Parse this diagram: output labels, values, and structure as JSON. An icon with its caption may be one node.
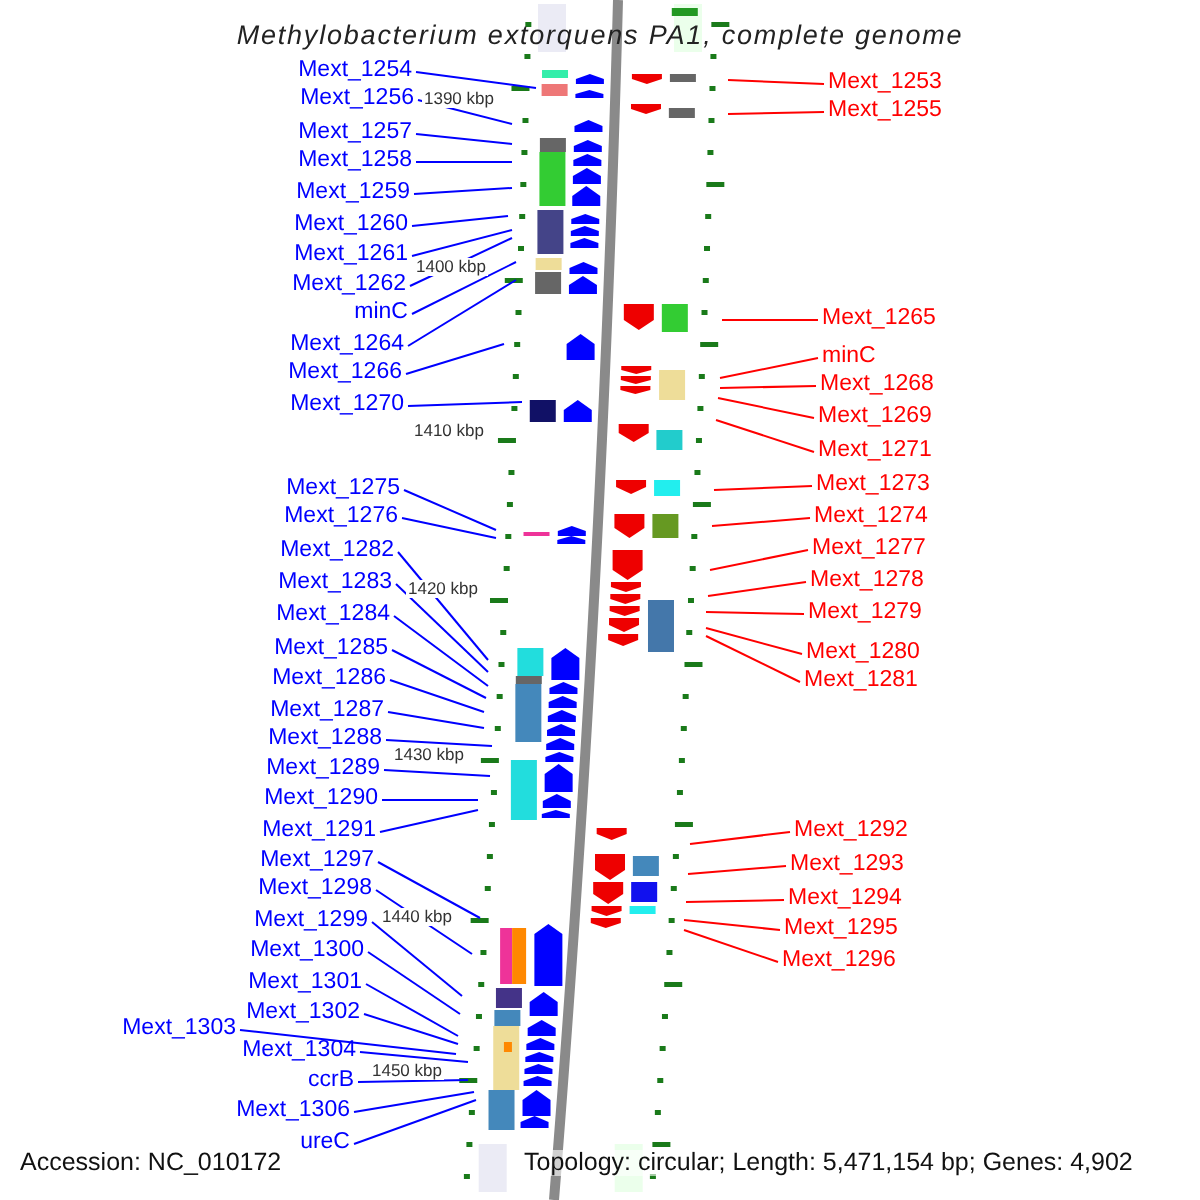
{
  "diagram": {
    "title": "Methylobacterium extorquens PA1, complete genome",
    "nodes": [
      {
        "text": [
          "Mext_1254"
        ]
      },
      {
        "text": [
          "Mext_1256"
        ]
      },
      {
        "text": [
          "Mext_1257"
        ]
      },
      {
        "text": [
          "Mext_1258"
        ]
      },
      {
        "text": [
          "Mext_1259"
        ]
      },
      {
        "text": [
          "Mext_1260"
        ]
      },
      {
        "text": [
          "Mext_1261"
        ]
      },
      {
        "text": [
          "Mext_1262"
        ]
      },
      {
        "text": [
          "minC"
        ]
      },
      {
        "text": [
          "Mext_1264"
        ]
      },
      {
        "text": [
          "Mext_1266"
        ]
      },
      {
        "text": [
          "Mext_1270"
        ]
      },
      {
        "text": [
          "Mext_1275"
        ]
      },
      {
        "text": [
          "Mext_1276"
        ]
      },
      {
        "text": [
          "Mext_1282"
        ]
      },
      {
        "text": [
          "Mext_1283"
        ]
      },
      {
        "text": [
          "Mext_1284"
        ]
      },
      {
        "text": [
          "Mext_1285"
        ]
      },
      {
        "text": [
          "Mext_1286"
        ]
      },
      {
        "text": [
          "Mext_1287"
        ]
      },
      {
        "text": [
          "Mext_1288"
        ]
      },
      {
        "text": [
          "Mext_1289"
        ]
      },
      {
        "text": [
          "Mext_1290"
        ]
      },
      {
        "text": [
          "Mext_1291"
        ]
      },
      {
        "text": [
          "Mext_1297"
        ]
      },
      {
        "text": [
          "Mext_1298"
        ]
      },
      {
        "text": [
          "Mext_1299"
        ]
      },
      {
        "text": [
          "Mext_1300"
        ]
      },
      {
        "text": [
          "Mext_1301"
        ]
      },
      {
        "text": [
          "Mext_1302"
        ]
      },
      {
        "text": [
          "Mext_1303"
        ]
      },
      {
        "text": [
          "Mext_1304"
        ]
      },
      {
        "text": [
          "ccrB"
        ]
      },
      {
        "text": [
          "Mext_1306"
        ]
      },
      {
        "text": [
          "ureC"
        ]
      },
      {
        "text": [
          "Mext_1253"
        ]
      },
      {
        "text": [
          "Mext_1255"
        ]
      },
      {
        "text": [
          "Mext_1265"
        ]
      },
      {
        "text": [
          "minC"
        ]
      },
      {
        "text": [
          "Mext_1268"
        ]
      },
      {
        "text": [
          "Mext_1269"
        ]
      },
      {
        "text": [
          "Mext_1271"
        ]
      },
      {
        "text": [
          "Mext_1273"
        ]
      },
      {
        "text": [
          "Mext_1274"
        ]
      },
      {
        "text": [
          "Mext_1277"
        ]
      },
      {
        "text": [
          "Mext_1278"
        ]
      },
      {
        "text": [
          "Mext_1279"
        ]
      },
      {
        "text": [
          "Mext_1280"
        ]
      },
      {
        "text": [
          "Mext_1281"
        ]
      },
      {
        "text": [
          "Mext_1292"
        ]
      },
      {
        "text": [
          "Mext_1293"
        ]
      },
      {
        "text": [
          "Mext_1294"
        ]
      },
      {
        "text": [
          "Mext_1295"
        ]
      },
      {
        "text": [
          "Mext_1296"
        ]
      }
    ],
    "edges": [
      {
        "from": 0,
        "to": null,
        "arrow": "none"
      },
      {
        "from": 1,
        "to": null,
        "arrow": "none"
      },
      {
        "from": 2,
        "to": null,
        "arrow": "none"
      },
      {
        "from": 3,
        "to": null,
        "arrow": "none"
      },
      {
        "from": 4,
        "to": null,
        "arrow": "none"
      },
      {
        "from": 5,
        "to": null,
        "arrow": "none"
      },
      {
        "from": 6,
        "to": null,
        "arrow": "none"
      },
      {
        "from": 7,
        "to": null,
        "arrow": "none"
      },
      {
        "from": 8,
        "to": null,
        "arrow": "none"
      },
      {
        "from": 9,
        "to": null,
        "arrow": "none"
      },
      {
        "from": 10,
        "to": null,
        "arrow": "none"
      },
      {
        "from": 11,
        "to": null,
        "arrow": "none"
      },
      {
        "from": 12,
        "to": null,
        "arrow": "none"
      },
      {
        "from": 13,
        "to": null,
        "arrow": "none"
      },
      {
        "from": 14,
        "to": null,
        "arrow": "none"
      },
      {
        "from": 15,
        "to": null,
        "arrow": "none"
      },
      {
        "from": 16,
        "to": null,
        "arrow": "none"
      },
      {
        "from": 17,
        "to": null,
        "arrow": "none"
      },
      {
        "from": 18,
        "to": null,
        "arrow": "none"
      },
      {
        "from": 19,
        "to": null,
        "arrow": "none"
      },
      {
        "from": 20,
        "to": null,
        "arrow": "none"
      },
      {
        "from": 21,
        "to": null,
        "arrow": "none"
      },
      {
        "from": 22,
        "to": null,
        "arrow": "none"
      },
      {
        "from": 23,
        "to": null,
        "arrow": "none"
      },
      {
        "from": 24,
        "to": null,
        "arrow": "none"
      },
      {
        "from": 25,
        "to": null,
        "arrow": "none"
      },
      {
        "from": 26,
        "to": null,
        "arrow": "none"
      },
      {
        "from": 27,
        "to": null,
        "arrow": "none"
      },
      {
        "from": 28,
        "to": null,
        "arrow": "none"
      },
      {
        "from": 29,
        "to": null,
        "arrow": "none"
      },
      {
        "from": 30,
        "to": null,
        "arrow": "none"
      },
      {
        "from": 31,
        "to": null,
        "arrow": "none"
      },
      {
        "from": 32,
        "to": null,
        "arrow": "none"
      },
      {
        "from": 33,
        "to": null,
        "arrow": "none"
      },
      {
        "from": 34,
        "to": null,
        "arrow": "none"
      },
      {
        "from": 35,
        "to": null,
        "arrow": "none",
        "color": "#ff0000"
      },
      {
        "from": 36,
        "to": null,
        "arrow": "none",
        "color": "#ff0000"
      },
      {
        "from": 37,
        "to": null,
        "arrow": "none",
        "color": "#ff0000"
      },
      {
        "from": 38,
        "to": null,
        "arrow": "none",
        "color": "#ff0000"
      },
      {
        "from": 39,
        "to": null,
        "arrow": "none",
        "color": "#ff0000"
      },
      {
        "from": 40,
        "to": null,
        "arrow": "none",
        "color": "#ff0000"
      },
      {
        "from": 41,
        "to": null,
        "arrow": "none",
        "color": "#ff0000"
      },
      {
        "from": 42,
        "to": null,
        "arrow": "none",
        "color": "#ff0000"
      },
      {
        "from": 43,
        "to": null,
        "arrow": "none",
        "color": "#ff0000"
      },
      {
        "from": 44,
        "to": null,
        "arrow": "none",
        "color": "#ff0000"
      },
      {
        "from": 45,
        "to": null,
        "arrow": "none",
        "color": "#ff0000"
      },
      {
        "from": 46,
        "to": null,
        "arrow": "none",
        "color": "#ff0000"
      },
      {
        "from": 47,
        "to": null,
        "arrow": "none",
        "color": "#ff0000"
      },
      {
        "from": 48,
        "to": null,
        "arrow": "none",
        "color": "#ff0000"
      },
      {
        "from": 49,
        "to": null,
        "arrow": "none",
        "color": "#ff0000"
      },
      {
        "from": 50,
        "to": null,
        "arrow": "none",
        "color": "#ff0000"
      },
      {
        "from": 51,
        "to": null,
        "arrow": "none",
        "color": "#ff0000"
      },
      {
        "from": 52,
        "to": null,
        "arrow": "none",
        "color": "#ff0000"
      },
      {
        "from": 53,
        "to": null,
        "arrow": "none",
        "color": "#ff0000"
      }
    ],
    "labels": [
      "1390 kbp",
      "1400 kbp",
      "1410 kbp",
      "1420 kbp",
      "1430 kbp",
      "1440 kbp",
      "1450 kbp",
      "Accession: NC_010172",
      "Topology: circular; Length: 5,471,154 bp; Genes: 4,902"
    ]
  }
}
